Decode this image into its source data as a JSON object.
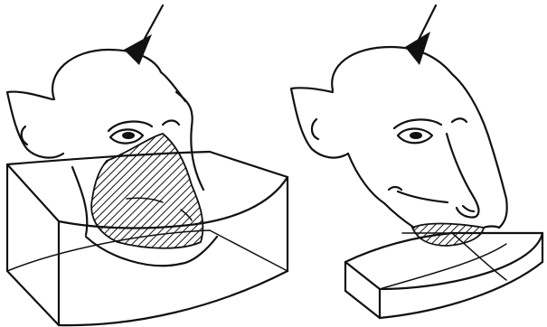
{
  "figure": {
    "panels": [
      {
        "id": "left",
        "subject": "macaque-head",
        "arrow": "down-arrow",
        "cutting_block": "tall-curved-block",
        "hatched_region": "lower-face-and-muzzle"
      },
      {
        "id": "right",
        "subject": "macaque-head",
        "arrow": "down-arrow",
        "cutting_block": "short-curved-block",
        "hatched_region": "lower-lip-strip"
      }
    ],
    "colors": {
      "ink": "#111111",
      "background": "#ffffff"
    }
  }
}
